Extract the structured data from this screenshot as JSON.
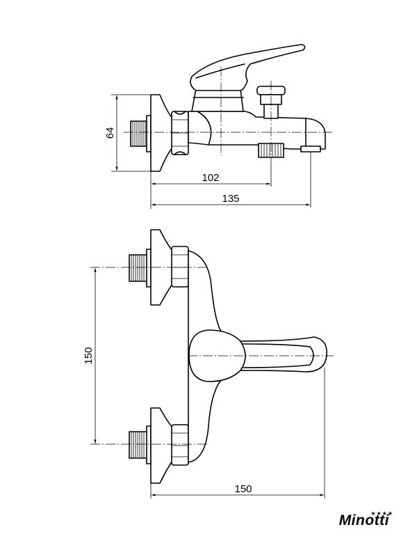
{
  "dimensions": {
    "side_height": "64",
    "side_inlet_to_outlet": "102",
    "side_overall_depth": "135",
    "front_inlet_spacing": "150",
    "front_overall_width": "150"
  },
  "logo": {
    "text": "Minotti",
    "stars": "★★★★"
  }
}
